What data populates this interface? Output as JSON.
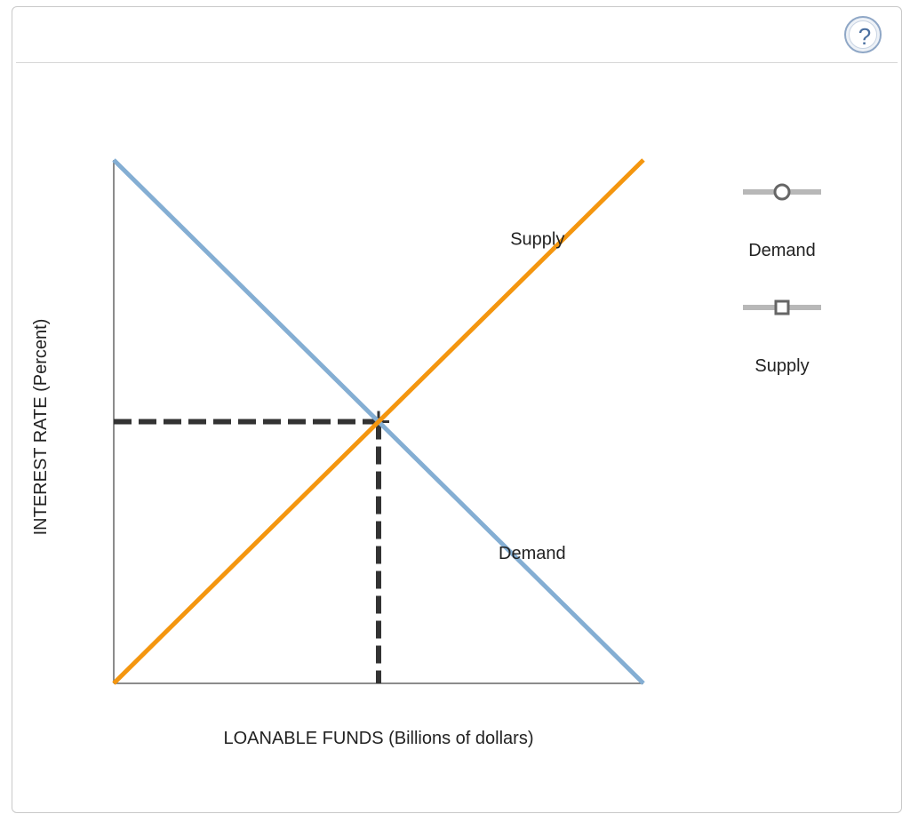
{
  "header": {
    "help_icon": "question-mark-icon",
    "help_glyph": "?"
  },
  "chart_data": {
    "type": "line",
    "xlabel": "LOANABLE FUNDS (Billions of dollars)",
    "ylabel": "INTEREST RATE (Percent)",
    "xlim": [
      0,
      100
    ],
    "ylim": [
      0,
      100
    ],
    "grid": false,
    "series": [
      {
        "name": "Demand",
        "color": "#84aed3",
        "points": [
          [
            0,
            100
          ],
          [
            100,
            0
          ]
        ]
      },
      {
        "name": "Supply",
        "color": "#f4960f",
        "points": [
          [
            0,
            0
          ],
          [
            100,
            100
          ]
        ]
      }
    ],
    "equilibrium": {
      "x": 50,
      "y": 50,
      "line_color": "#333333"
    },
    "curve_labels": [
      {
        "text": "Supply",
        "x": 80,
        "y": 85
      },
      {
        "text": "Demand",
        "x": 79,
        "y": 25
      }
    ],
    "legend": {
      "placement": "right",
      "items": [
        {
          "label": "Demand",
          "marker": "circle",
          "line_color": "#b8b8b8",
          "marker_color": "#666666"
        },
        {
          "label": "Supply",
          "marker": "square",
          "line_color": "#b8b8b8",
          "marker_color": "#666666"
        }
      ]
    }
  }
}
